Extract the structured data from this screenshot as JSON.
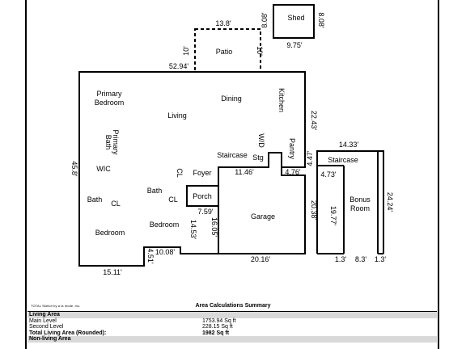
{
  "rooms": {
    "primary_bedroom": [
      "Primary",
      "Bedroom"
    ],
    "living": "Living",
    "dining": "Dining",
    "kitchen": "Kitchen",
    "primary_bath": [
      "Primary",
      "Bath"
    ],
    "wic": "WIC",
    "staircase_main": "Staircase",
    "wd": "W/D",
    "stg": "Stg",
    "pantry": "Pantry",
    "foyer": "Foyer",
    "cl_foyer": "CL",
    "bath_left": "Bath",
    "cl_left": "CL",
    "bath_center": "Bath",
    "cl_center": "CL",
    "porch": "Porch",
    "bedroom_center": "Bedroom",
    "bedroom_left": "Bedroom",
    "garage": "Garage",
    "staircase_bonus": "Staircase",
    "bonus_room": [
      "Bonus",
      "Room"
    ],
    "shed": "Shed",
    "patio": "Patio"
  },
  "dimensions": {
    "shed_left": "8.08'",
    "shed_right": "8.08'",
    "shed_bottom": "9.75'",
    "patio_top": "13.8'",
    "patio_left": "10'",
    "patio_right": "10'",
    "main_top": "52.94'",
    "main_right": "22.43'",
    "main_left": "45.8'",
    "stair_right": "4.47'",
    "stair_bottom": "11.46'",
    "pantry_bottom": "4.76'",
    "garage_right": "20.38'",
    "garage_bottom": "20.16'",
    "porch_bottom": "7.59'",
    "porch_vert": "16.05'",
    "bedroom_vert": "14.53'",
    "bottom_step": "10.08'",
    "left_step": "4.51'",
    "main_bottom": "15.11'",
    "bonus_top": "14.33'",
    "bonus_stair": "4.73'",
    "bonus_left": "19.77'",
    "bonus_right": "24.24'",
    "bonus_b1": "1.3'",
    "bonus_b2": "8.3'",
    "bonus_b3": "1.3'"
  },
  "summary": {
    "credit": "TOTAL Sketch by a la mode, inc.",
    "title": "Area Calculations Summary",
    "living_area": "Living Area",
    "main_level": "Main Level",
    "main_level_value": "1753.94 Sq ft",
    "second_level": "Second Level",
    "second_level_value": "228.15 Sq ft",
    "total_label": "Total Living Area (Rounded):",
    "total_value": "1982 Sq ft",
    "non_living": "Non-living Area"
  }
}
